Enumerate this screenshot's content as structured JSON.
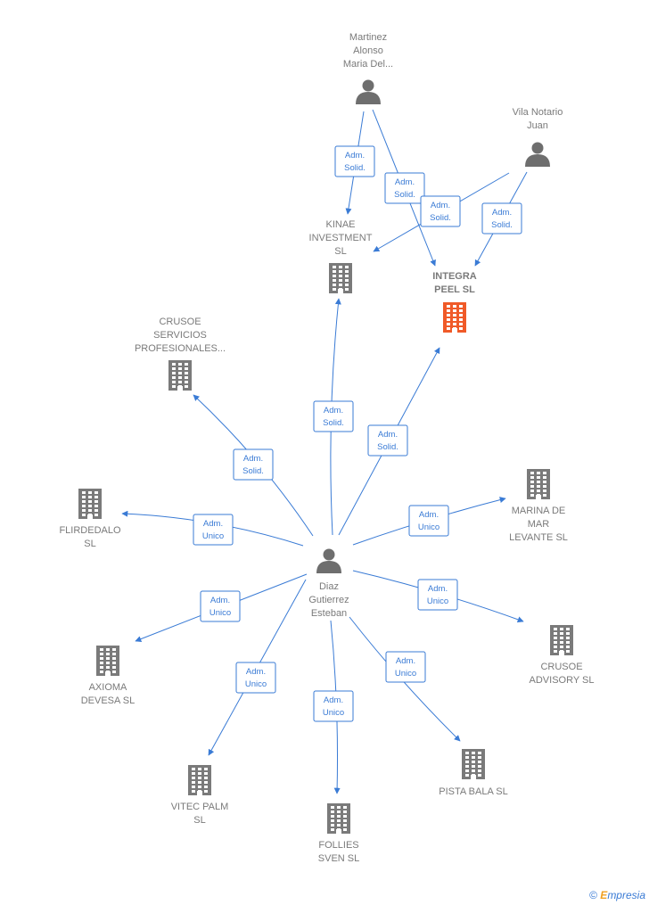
{
  "colors": {
    "edge": "#3a7bd5",
    "company": "#7a7a7a",
    "main_company": "#f05a28",
    "person": "#6e6e6e"
  },
  "persons": [
    {
      "id": "martinez",
      "lines": [
        "Martinez",
        "Alonso",
        "Maria Del..."
      ]
    },
    {
      "id": "vila",
      "lines": [
        "Vila Notario",
        "Juan"
      ]
    },
    {
      "id": "diaz",
      "lines": [
        "Diaz",
        "Gutierrez",
        "Esteban"
      ]
    }
  ],
  "companies": [
    {
      "id": "integra",
      "lines": [
        "INTEGRA",
        "PEEL  SL"
      ],
      "main": true
    },
    {
      "id": "kinae",
      "lines": [
        "KINAE",
        "INVESTMENT",
        "SL"
      ]
    },
    {
      "id": "crusoe_serv",
      "lines": [
        "CRUSOE",
        "SERVICIOS",
        "PROFESIONALES..."
      ]
    },
    {
      "id": "flirdedalo",
      "lines": [
        "FLIRDEDALO",
        "SL"
      ]
    },
    {
      "id": "marina",
      "lines": [
        "MARINA DE",
        "MAR",
        "LEVANTE  SL"
      ]
    },
    {
      "id": "crusoe_adv",
      "lines": [
        "CRUSOE",
        "ADVISORY  SL"
      ]
    },
    {
      "id": "axioma",
      "lines": [
        "AXIOMA",
        "DEVESA  SL"
      ]
    },
    {
      "id": "vitec",
      "lines": [
        "VITEC PALM",
        "SL"
      ]
    },
    {
      "id": "follies",
      "lines": [
        "FOLLIES",
        "SVEN SL"
      ]
    },
    {
      "id": "pista",
      "lines": [
        "PISTA BALA  SL"
      ]
    }
  ],
  "edges": [
    {
      "from": "martinez",
      "to": "kinae",
      "label": [
        "Adm.",
        "Solid."
      ]
    },
    {
      "from": "martinez",
      "to": "integra",
      "label": [
        "Adm.",
        "Solid."
      ]
    },
    {
      "from": "vila",
      "to": "kinae",
      "label": [
        "Adm.",
        "Solid."
      ]
    },
    {
      "from": "vila",
      "to": "integra",
      "label": [
        "Adm.",
        "Solid."
      ]
    },
    {
      "from": "diaz",
      "to": "kinae",
      "label": [
        "Adm.",
        "Solid."
      ]
    },
    {
      "from": "diaz",
      "to": "integra",
      "label": [
        "Adm.",
        "Solid."
      ]
    },
    {
      "from": "diaz",
      "to": "crusoe_serv",
      "label": [
        "Adm.",
        "Solid."
      ]
    },
    {
      "from": "diaz",
      "to": "flirdedalo",
      "label": [
        "Adm.",
        "Unico"
      ]
    },
    {
      "from": "diaz",
      "to": "marina",
      "label": [
        "Adm.",
        "Unico"
      ]
    },
    {
      "from": "diaz",
      "to": "crusoe_adv",
      "label": [
        "Adm.",
        "Unico"
      ]
    },
    {
      "from": "diaz",
      "to": "axioma",
      "label": [
        "Adm.",
        "Unico"
      ]
    },
    {
      "from": "diaz",
      "to": "vitec",
      "label": [
        "Adm.",
        "Unico"
      ]
    },
    {
      "from": "diaz",
      "to": "follies",
      "label": [
        "Adm.",
        "Unico"
      ]
    },
    {
      "from": "diaz",
      "to": "pista",
      "label": [
        "Adm.",
        "Unico"
      ]
    }
  ],
  "footer": {
    "copyright": "©",
    "brand_initial": "E",
    "brand_rest": "mpresia"
  }
}
